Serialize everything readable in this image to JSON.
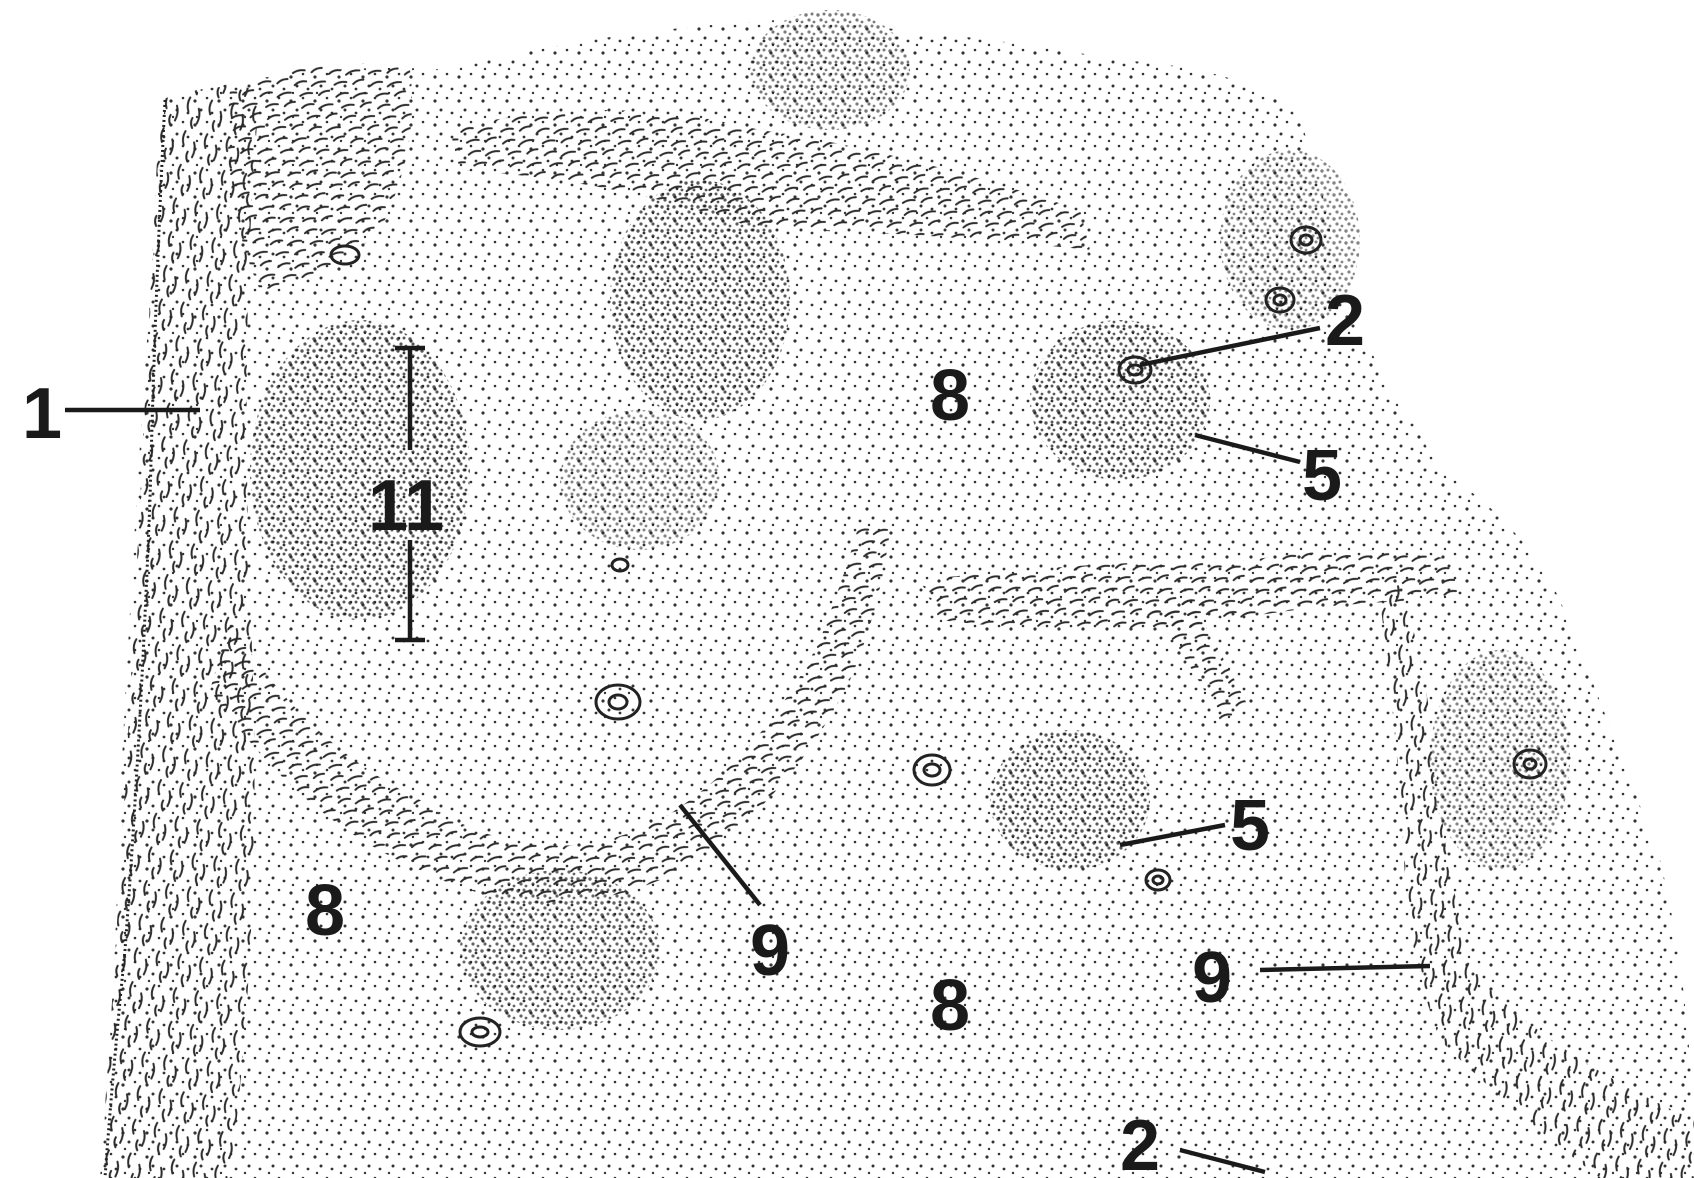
{
  "figure": {
    "labels": {
      "capsule": "1",
      "vessel_top": "2",
      "vessel_bottom": "2",
      "germinal_center_top": "5",
      "germinal_center_bottom": "5",
      "cortex_center": "8",
      "cortex_left": "8",
      "cortex_bottom": "8",
      "trabecula_center": "9",
      "trabecula_right": "9",
      "nodule": "11"
    }
  }
}
